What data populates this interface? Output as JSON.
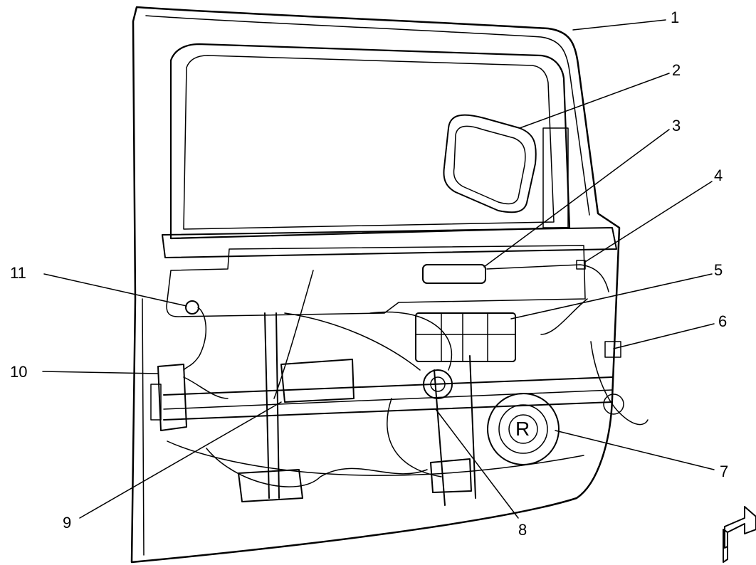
{
  "diagram": {
    "callouts": [
      {
        "id": "1",
        "label": "1"
      },
      {
        "id": "2",
        "label": "2"
      },
      {
        "id": "3",
        "label": "3"
      },
      {
        "id": "4",
        "label": "4"
      },
      {
        "id": "5",
        "label": "5"
      },
      {
        "id": "6",
        "label": "6"
      },
      {
        "id": "7",
        "label": "7"
      },
      {
        "id": "8",
        "label": "8"
      },
      {
        "id": "9",
        "label": "9"
      },
      {
        "id": "10",
        "label": "10"
      },
      {
        "id": "11",
        "label": "11"
      }
    ],
    "speaker_badge": "R",
    "direction_icon": "forward-arrow-icon"
  }
}
